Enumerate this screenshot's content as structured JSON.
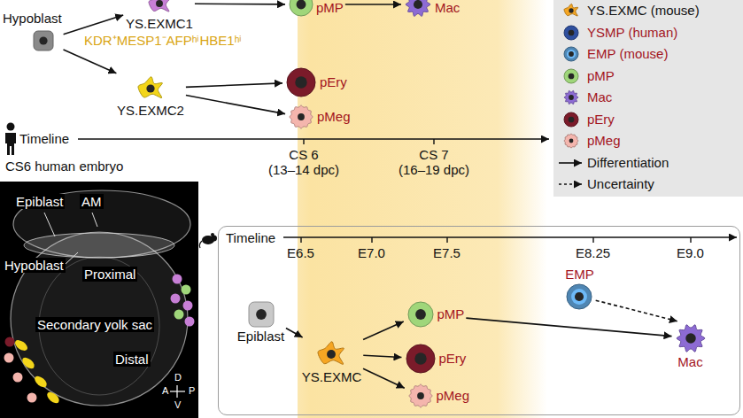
{
  "diagram": {
    "nodes": [
      {
        "text": [
          "Hypoblast"
        ]
      },
      {
        "text": [
          "YS.EXMC1"
        ]
      },
      {
        "text": [
          "pMP"
        ]
      },
      {
        "text": [
          "Mac"
        ]
      },
      {
        "text": [
          "YS.EXMC2"
        ]
      },
      {
        "text": [
          "pEry"
        ]
      },
      {
        "text": [
          "pMeg"
        ]
      },
      {
        "text": [
          "CS6 human embryo",
          "Epiblast",
          "AM",
          "Hypoblast",
          "Proximal",
          "Secondary yolk sac",
          "Distal",
          "D",
          "A",
          "P",
          "V"
        ]
      },
      {
        "text": [
          "Timeline",
          "E6.5",
          "E7.0",
          "E7.5",
          "E8.25",
          "E9.0"
        ]
      },
      {
        "text": [
          "Epiblast"
        ],
        "in": 8
      },
      {
        "text": [
          "YS.EXMC"
        ],
        "in": 8
      },
      {
        "text": [
          "pMP"
        ],
        "in": 8
      },
      {
        "text": [
          "pEry"
        ],
        "in": 8
      },
      {
        "text": [
          "pMeg"
        ],
        "in": 8
      },
      {
        "text": [
          "EMP"
        ],
        "in": 8
      },
      {
        "text": [
          "Mac"
        ],
        "in": 8
      }
    ],
    "edges": [
      {
        "from": 0,
        "to": 1,
        "arrow": "to"
      },
      {
        "from": 0,
        "to": 4,
        "arrow": "to"
      },
      {
        "from": 1,
        "to": 2,
        "arrow": "to"
      },
      {
        "from": 2,
        "to": 3,
        "arrow": "to"
      },
      {
        "from": 4,
        "to": 5,
        "arrow": "to"
      },
      {
        "from": 4,
        "to": 6,
        "arrow": "to"
      },
      {
        "from": 9,
        "to": 10,
        "arrow": "to"
      },
      {
        "from": 10,
        "to": 11,
        "arrow": "to"
      },
      {
        "from": 10,
        "to": 12,
        "arrow": "to"
      },
      {
        "from": 10,
        "to": 13,
        "arrow": "to"
      },
      {
        "from": 11,
        "to": 15,
        "arrow": "to"
      },
      {
        "from": 14,
        "to": 15,
        "arrow": "to"
      }
    ],
    "labels": [
      "KDR⁺MESP1⁻AFPʰⁱHBE1ʰⁱ",
      "Timeline",
      "CS 6",
      "(13–14 dpc)",
      "CS 7",
      "(16–19 dpc)"
    ],
    "legend": [
      {
        "text": "YS.EXMC (mouse)",
        "color": "#f5a623"
      },
      {
        "text": "YSMP (human)",
        "color": "#2f4f9e"
      },
      {
        "text": "EMP (mouse)",
        "color": "#4f86b3"
      },
      {
        "text": "pMP",
        "color": "#9fd67a"
      },
      {
        "text": "Mac",
        "color": "#8d6bd4"
      },
      {
        "text": "pEry",
        "color": "#7b1b2a"
      },
      {
        "text": "pMeg",
        "color": "#f4b5ad"
      },
      {
        "text": "Differentiation"
      },
      {
        "text": "Uncertainty"
      }
    ]
  }
}
